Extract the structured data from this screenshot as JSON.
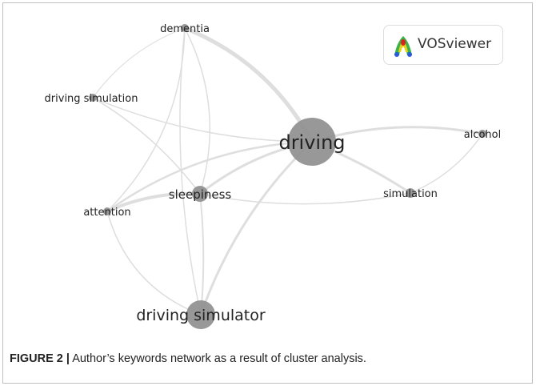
{
  "network": {
    "nodes": [
      {
        "id": "driving",
        "label": "driving"
      },
      {
        "id": "driving simulator",
        "label": "driving simulator"
      },
      {
        "id": "sleepiness",
        "label": "sleepiness"
      },
      {
        "id": "simulation",
        "label": "simulation"
      },
      {
        "id": "attention",
        "label": "attention"
      },
      {
        "id": "driving simulation",
        "label": "driving simulation"
      },
      {
        "id": "dementia",
        "label": "dementia"
      },
      {
        "id": "alcohol",
        "label": "alcohol"
      }
    ],
    "links": [
      {
        "source": "driving",
        "target": "dementia"
      },
      {
        "source": "driving",
        "target": "sleepiness"
      },
      {
        "source": "driving",
        "target": "attention"
      },
      {
        "source": "driving",
        "target": "driving simulator"
      },
      {
        "source": "driving",
        "target": "simulation"
      },
      {
        "source": "driving",
        "target": "alcohol"
      },
      {
        "source": "driving",
        "target": "driving simulation"
      },
      {
        "source": "sleepiness",
        "target": "attention"
      },
      {
        "source": "sleepiness",
        "target": "dementia"
      },
      {
        "source": "sleepiness",
        "target": "simulation"
      },
      {
        "source": "sleepiness",
        "target": "driving simulator"
      },
      {
        "source": "sleepiness",
        "target": "driving simulation"
      },
      {
        "source": "attention",
        "target": "dementia"
      },
      {
        "source": "attention",
        "target": "driving simulator"
      },
      {
        "source": "simulation",
        "target": "alcohol"
      },
      {
        "source": "driving simulator",
        "target": "dementia"
      },
      {
        "source": "driving simulation",
        "target": "dementia"
      }
    ]
  },
  "logo": {
    "text": "VOSviewer"
  },
  "caption": {
    "figure_label": "FIGURE 2 |",
    "text": " Author’s keywords network as a result of cluster analysis."
  },
  "colors": {
    "node": "#8f8f8f",
    "link": "#dedede"
  }
}
